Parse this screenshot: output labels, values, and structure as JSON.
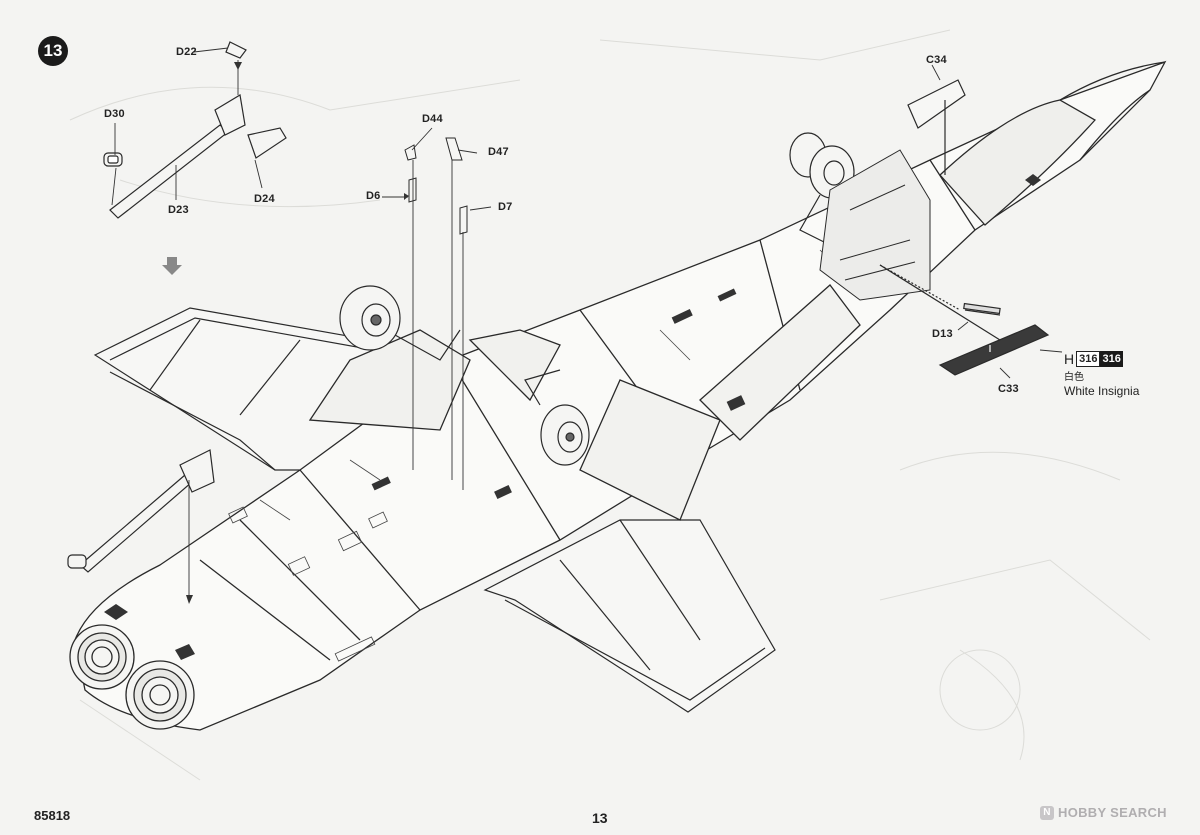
{
  "step": {
    "number": "13"
  },
  "parts": {
    "d22": "D22",
    "d30": "D30",
    "d23": "D23",
    "d24": "D24",
    "d44": "D44",
    "d47": "D47",
    "d6": "D6",
    "d7": "D7",
    "c34": "C34",
    "d13": "D13",
    "c33": "C33"
  },
  "paint": {
    "letter": "H",
    "code_white": "316",
    "code_black": "316",
    "color_jp": "白色",
    "color_en": "White Insignia"
  },
  "footer": {
    "kit_number": "85818",
    "page_number": "13"
  },
  "watermark": {
    "icon": "N",
    "text": "HOBBY SEARCH"
  }
}
